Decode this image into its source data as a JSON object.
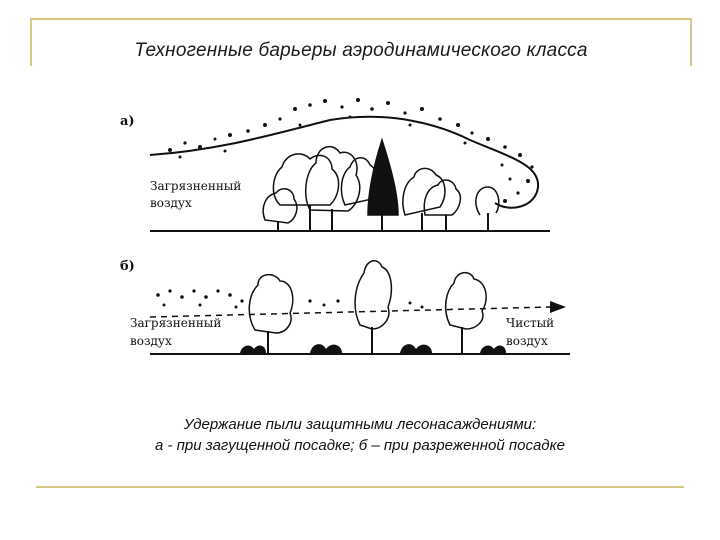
{
  "slide": {
    "title": "Техногенные барьеры аэродинамического класса",
    "caption_line1": "Удержание пыли защитными лесонасаждениями:",
    "caption_line2": "а - при загущенной посадке; б – при разреженной посадке"
  },
  "figure": {
    "panel_a": {
      "label": "а)",
      "polluted_air_line1": "Загрязненный",
      "polluted_air_line2": "воздух"
    },
    "panel_b": {
      "label": "б)",
      "polluted_air_line1": "Загрязненный",
      "polluted_air_line2": "воздух",
      "clean_air_line1": "Чистый",
      "clean_air_line2": "воздух"
    }
  },
  "colors": {
    "frame": "#d8c98a",
    "ink": "#111111"
  }
}
